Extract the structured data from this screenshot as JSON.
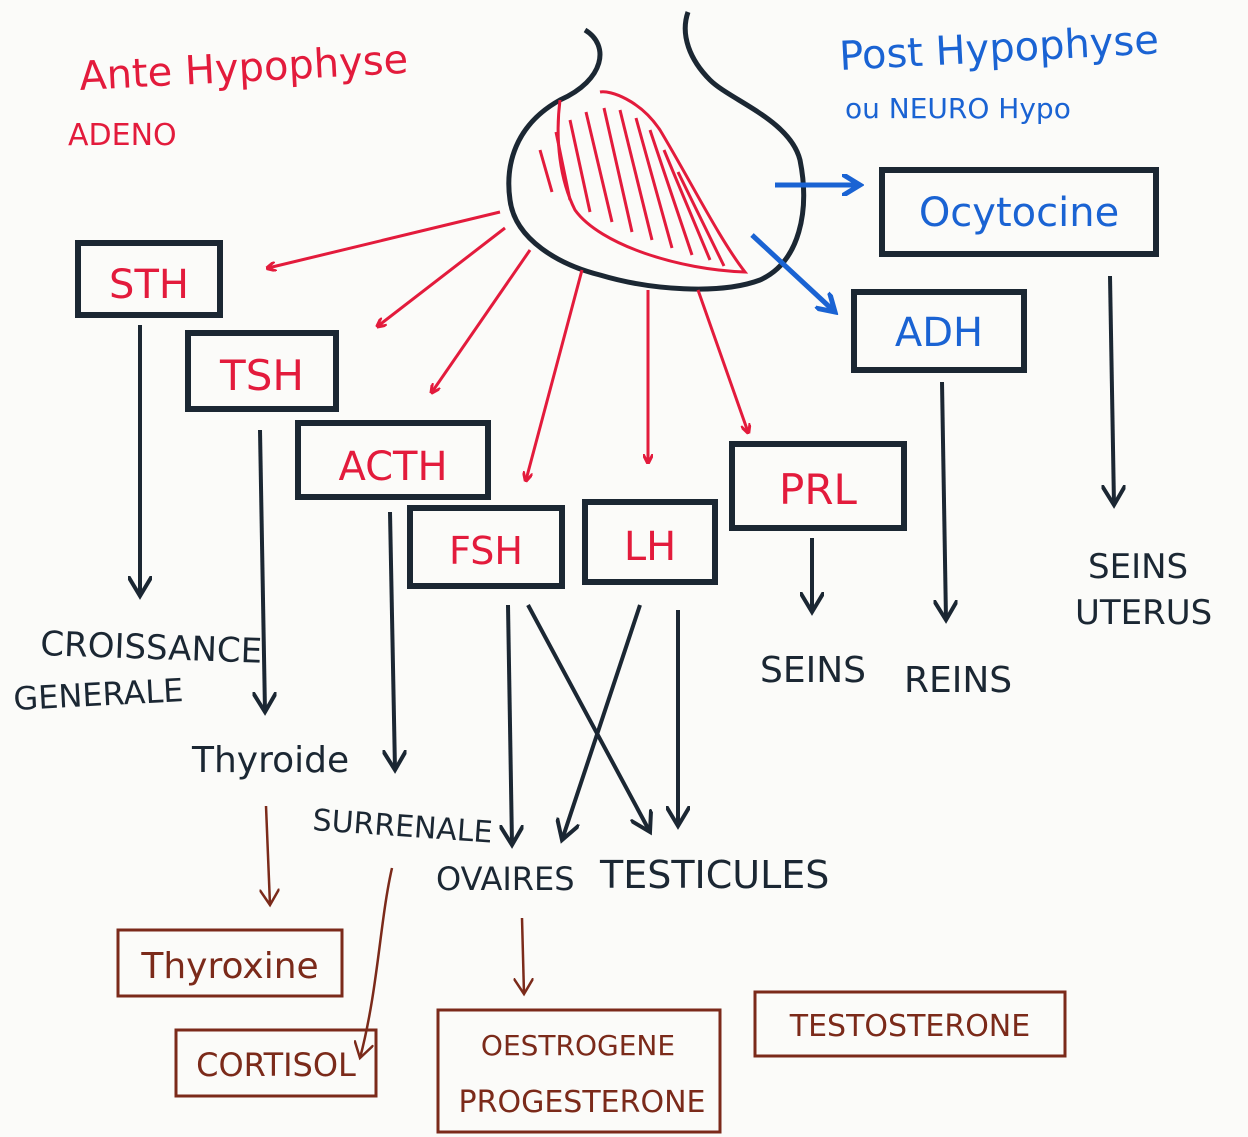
{
  "titles": {
    "anterior_line1": "Ante Hypophyse",
    "anterior_line2": "ADENO",
    "posterior_line1": "Post Hypophyse",
    "posterior_line2": "ou NEURO Hypo"
  },
  "hormones": {
    "sth": "STH",
    "tsh": "TSH",
    "acth": "ACTH",
    "fsh": "FSH",
    "lh": "LH",
    "prl": "PRL",
    "ocytocine": "Ocytocine",
    "adh": "ADH"
  },
  "targets": {
    "croissance_line1": "CROISSANCE",
    "croissance_line2": "GENERALE",
    "thyroide": "Thyroide",
    "surrenale": "SURRENALE",
    "ovaires": "OVAIRES",
    "testicules": "TESTICULES",
    "seins": "SEINS",
    "reins": "REINS",
    "seins_uterus_line1": "SEINS",
    "seins_uterus_line2": "UTERUS"
  },
  "products": {
    "thyroxine": "Thyroxine",
    "cortisol": "CORTISOL",
    "oestrogene": "OESTROGENE",
    "progesterone": "PROGESTERONE",
    "testosterone": "TESTOSTERONE"
  },
  "colors": {
    "anterior": "#e31b3c",
    "posterior": "#1a63d3",
    "target": "#1b2733",
    "product": "#7b2a1a"
  }
}
